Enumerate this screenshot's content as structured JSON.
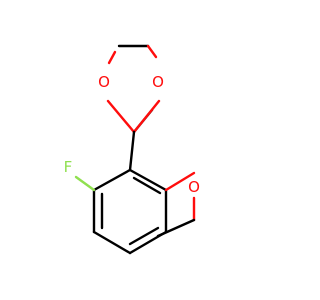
{
  "molecule": {
    "atoms": {
      "O1": {
        "symbol": "O",
        "color": "#ff0d0d"
      },
      "O2": {
        "symbol": "O",
        "color": "#ff0d0d"
      },
      "O3": {
        "symbol": "O",
        "color": "#ff0d0d"
      },
      "F": {
        "symbol": "F",
        "color": "#90e050"
      }
    }
  }
}
